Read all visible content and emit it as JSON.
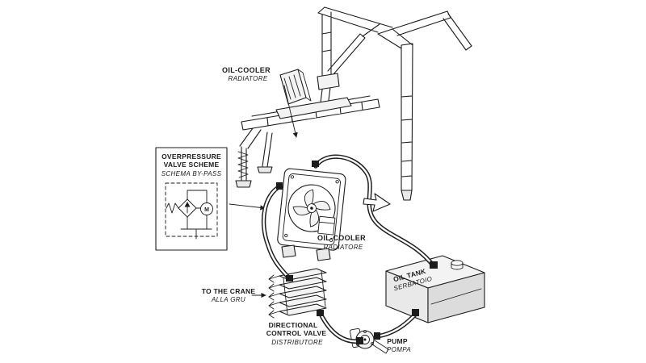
{
  "colors": {
    "ink": "#1c1c1c",
    "background": "#ffffff"
  },
  "labels": {
    "oil_cooler_top": {
      "en": "OIL-COOLER",
      "it": "RADIATORE"
    },
    "overpressure_box": {
      "line1": "OVERPRESSURE",
      "line2": "VALVE SCHEME",
      "line3": "SCHEMA BY-PASS"
    },
    "bypass_schematic": {
      "motor": "M"
    },
    "oil_cooler_main": {
      "en": "OIL-COOLER",
      "it": "RADIATORE"
    },
    "oil_tank": {
      "en": "OIL TANK",
      "it": "SERBATOIO"
    },
    "to_the_crane": {
      "en": "TO THE CRANE",
      "it": "ALLA GRU"
    },
    "directional_valve": {
      "line1": "DIRECTIONAL",
      "line2": "CONTROL VALVE",
      "line3": "DISTRIBUTORE"
    },
    "pump": {
      "en": "PUMP",
      "it": "POMPA"
    }
  }
}
